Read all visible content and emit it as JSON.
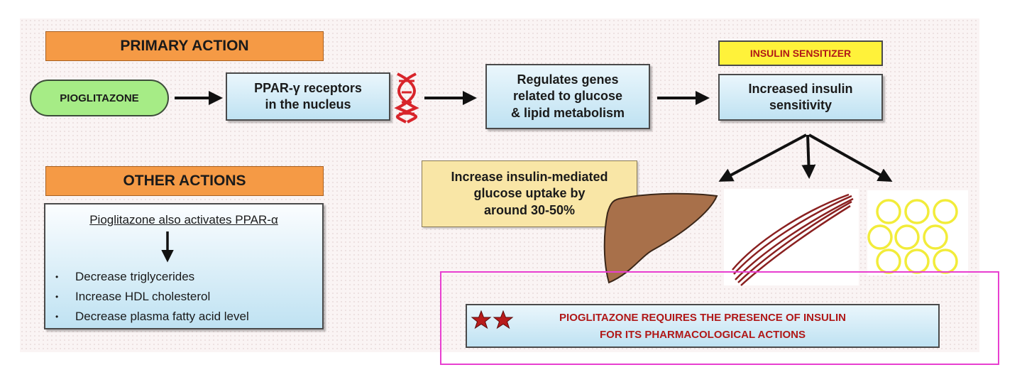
{
  "primary": {
    "header": "PRIMARY ACTION",
    "drug": "PIOGLITAZONE",
    "receptor": [
      "PPAR-γ receptors",
      "in the nucleus"
    ],
    "genes": [
      "Regulates genes",
      "related to glucose",
      "& lipid metabolism"
    ],
    "tag": "INSULIN SENSITIZER",
    "effect": [
      "Increased insulin",
      "sensitivity"
    ],
    "uptake": [
      "Increase insulin-mediated",
      "glucose uptake by",
      "around 30-50%"
    ]
  },
  "other": {
    "header": "OTHER ACTIONS",
    "title": "Pioglitazone also activates PPAR-α",
    "items": [
      "Decrease triglycerides",
      "Increase HDL cholesterol",
      "Decrease plasma fatty acid level"
    ]
  },
  "note": {
    "lines": [
      "PIOGLITAZONE REQUIRES THE PRESENCE OF INSULIN",
      "FOR ITS PHARMACOLOGICAL ACTIONS"
    ]
  },
  "icons": {
    "dna": "dna-helix-icon",
    "liver": "liver-icon",
    "muscle": "muscle-icon",
    "fat": "adipose-cells-icon",
    "star": "star-icon"
  },
  "colors": {
    "header_orange": "#f59a45",
    "pill_green": "#a6ec86",
    "box_blue": "#bfe2f2",
    "tag_yellow": "#fff23a",
    "note_red": "#b01818",
    "highlight_magenta": "#e83fd0",
    "liver_brown": "#a8704a",
    "muscle_red": "#8a2020",
    "fat_yellow": "#f2ec3a",
    "star_red": "#b81c1c"
  }
}
